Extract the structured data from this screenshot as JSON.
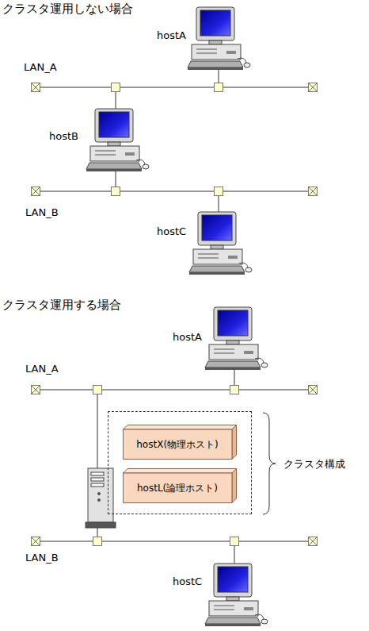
{
  "diagram": {
    "nodes": [
      {
        "text": [
          "クラスタ構成"
        ]
      },
      {
        "text": [
          "hostX(物理ホスト)"
        ],
        "in": 0
      },
      {
        "text": [
          "hostL(論理ホスト)"
        ],
        "in": 0
      }
    ],
    "labels": [
      "クラスタ運用しない場合",
      "hostA",
      "LAN_A",
      "hostB",
      "LAN_B",
      "hostC",
      "クラスタ運用する場合",
      "hostA",
      "LAN_A",
      "LAN_B",
      "hostC"
    ]
  }
}
